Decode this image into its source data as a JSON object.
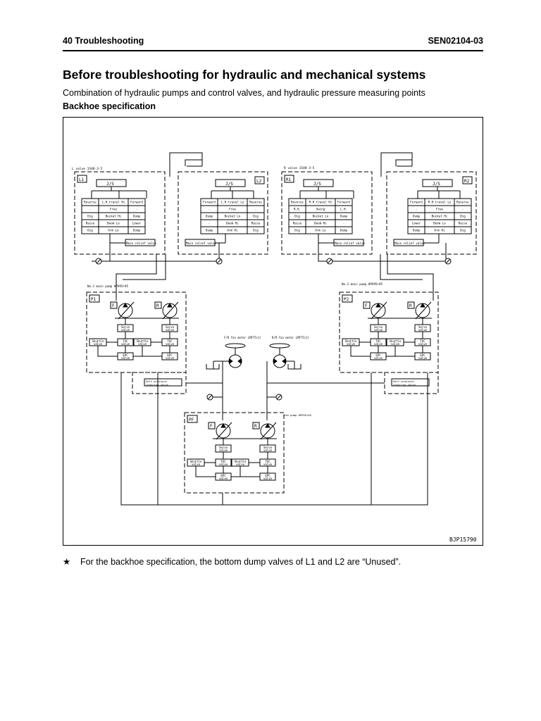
{
  "header": {
    "section": "40 Troubleshooting",
    "doc_code": "SEN02104-03"
  },
  "title": "Before troubleshooting for hydraulic and mechanical systems",
  "subtitle": "Combination of hydraulic pumps and control valves, and hydraulic pressure measuring points",
  "section_title": "Backhoe specification",
  "figure": {
    "code": "BJP15790",
    "valves": {
      "left_label": "L valve 1SV8-3-5",
      "right_label": "R valve 1SV8-3-5",
      "L1": "L1",
      "L2": "L2",
      "R1": "R1",
      "R2": "R2",
      "js": "J/S",
      "L1_table": [
        [
          "Reverse",
          "L.H.travel Hi",
          "Forward"
        ],
        [
          "-",
          "Free",
          "-"
        ],
        [
          "Dig",
          "Bucket Hi",
          "Dump"
        ],
        [
          "Raise",
          "Boom Lo",
          "Lower"
        ],
        [
          "Dig",
          "Arm Lo",
          "Dump"
        ]
      ],
      "L2_table": [
        [
          "Forward",
          "L.H.travel Lo",
          "Reverse"
        ],
        [
          "-",
          "Free",
          "-"
        ],
        [
          "Dump",
          "Bucket Lo",
          "Dig"
        ],
        [
          "-",
          "Boom Hi",
          "Raise"
        ],
        [
          "Dump",
          "Arm Hi",
          "Dig"
        ]
      ],
      "R1_table": [
        [
          "Reverse",
          "R.H.travel Hi",
          "Forward"
        ],
        [
          "R.H.",
          "Swing",
          "L.H."
        ],
        [
          "Dig",
          "Bucket Lo",
          "Dump"
        ],
        [
          "Raise",
          "Boom Hi",
          "-"
        ],
        [
          "Dig",
          "Arm Lo",
          "Dump"
        ]
      ],
      "R2_table": [
        [
          "Forward",
          "R.H.travel Lo",
          "Reverse"
        ],
        [
          "-",
          "Free",
          "-"
        ],
        [
          "Dump",
          "Bucket Hi",
          "Dig"
        ],
        [
          "Lower",
          "Boom Lo",
          "Raise"
        ],
        [
          "Dump",
          "Arm Hi",
          "Dig"
        ]
      ],
      "main_relief": "Main relief valve"
    },
    "pumps": {
      "no1_label": "No.1 main pump HPV95+95",
      "no2_label": "No.2 main pump HPV95+95",
      "fan_label": "Fan pump HPV95+95",
      "P1": "P1",
      "P2": "P2",
      "PF": "PF",
      "F": "F",
      "R": "R",
      "servo": "Servo valve",
      "shuttle": "Shuttle valve",
      "tvc": "TVC valve",
      "epc": "EPC valve",
      "self_pressure": "Self pressure reducing valve"
    },
    "motors": {
      "front_fan": "F/R fan motor LMF75(1)",
      "rear_fan": "R/R fan motor LMF75(2)"
    }
  },
  "note": {
    "bullet": "★",
    "text": "For the backhoe specification, the bottom dump valves of L1 and L2 are “Unused”."
  }
}
